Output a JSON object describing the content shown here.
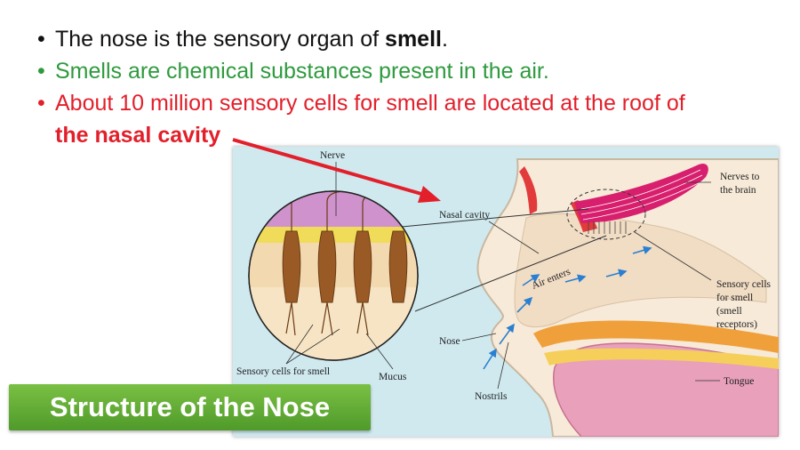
{
  "bullets": [
    {
      "prefix": "The nose is the sensory organ of ",
      "bold": "smell",
      "suffix": "."
    },
    {
      "text": "Smells are chemical substances present in the air."
    },
    {
      "text": "About 10 million sensory cells for smell are located at the roof of",
      "continuation": "the nasal cavity"
    }
  ],
  "banner": {
    "title": "Structure of the Nose"
  },
  "diagram": {
    "labels": {
      "nerve": "Nerve",
      "nasal_cavity": "Nasal cavity",
      "air_enters": "Air enters",
      "nose": "Nose",
      "nostrils": "Nostrils",
      "sensory_cells": "Sensory cells for smell",
      "mucus": "Mucus",
      "nerves_line1": "Nerves to",
      "nerves_line2": "the brain",
      "receptors_line1": "Sensory cells",
      "receptors_line2": "for smell",
      "receptors_line3": "(smell",
      "receptors_line4": "receptors)",
      "tongue": "Tongue"
    }
  },
  "colors": {
    "green_text": "#2e9a3e",
    "red_text": "#e21f2a",
    "banner": "#5fa832",
    "diagram_bg": "#cfe9ef"
  }
}
